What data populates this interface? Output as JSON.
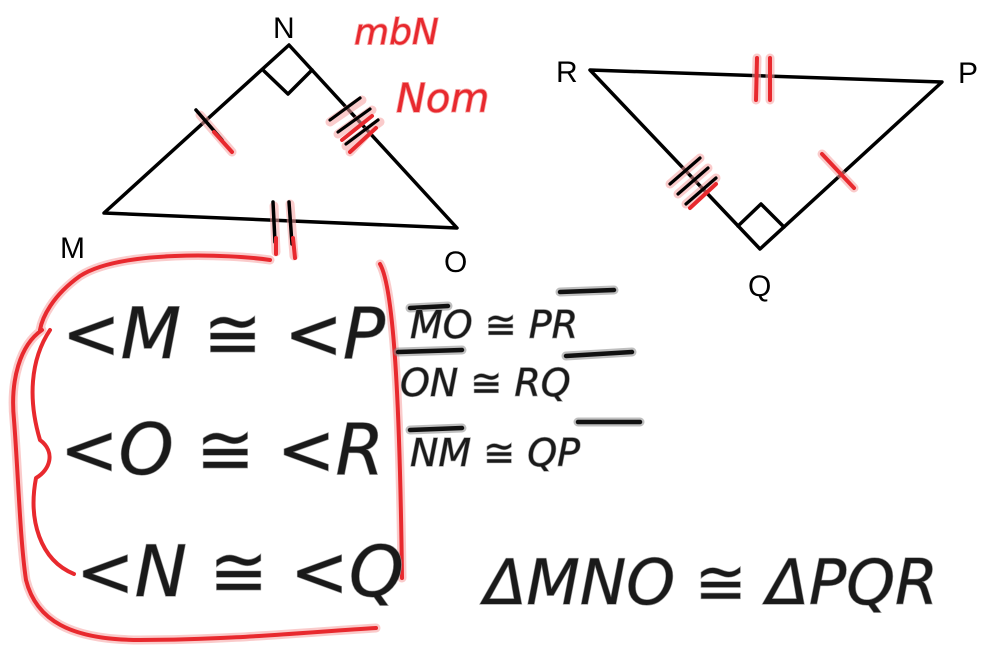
{
  "triangle_mno": {
    "vertices": {
      "n": "N",
      "m": "M",
      "o": "O"
    }
  },
  "triangle_rpq": {
    "vertices": {
      "r": "R",
      "p": "P",
      "q": "Q"
    }
  },
  "red_notes": {
    "line1": "mbN",
    "line2": "Nom"
  },
  "angle_congruences": [
    "<M ≅ <P",
    "<O ≅ <R",
    "<N ≅ <Q"
  ],
  "side_congruences": [
    "MO ≅ PR",
    "ON ≅ RQ",
    "NM ≅ QP"
  ],
  "conclusion": "ΔMNO ≅ ΔPQR",
  "colors": {
    "ink": "#111111",
    "highlight": "#e8292e",
    "background": "#ffffff"
  }
}
